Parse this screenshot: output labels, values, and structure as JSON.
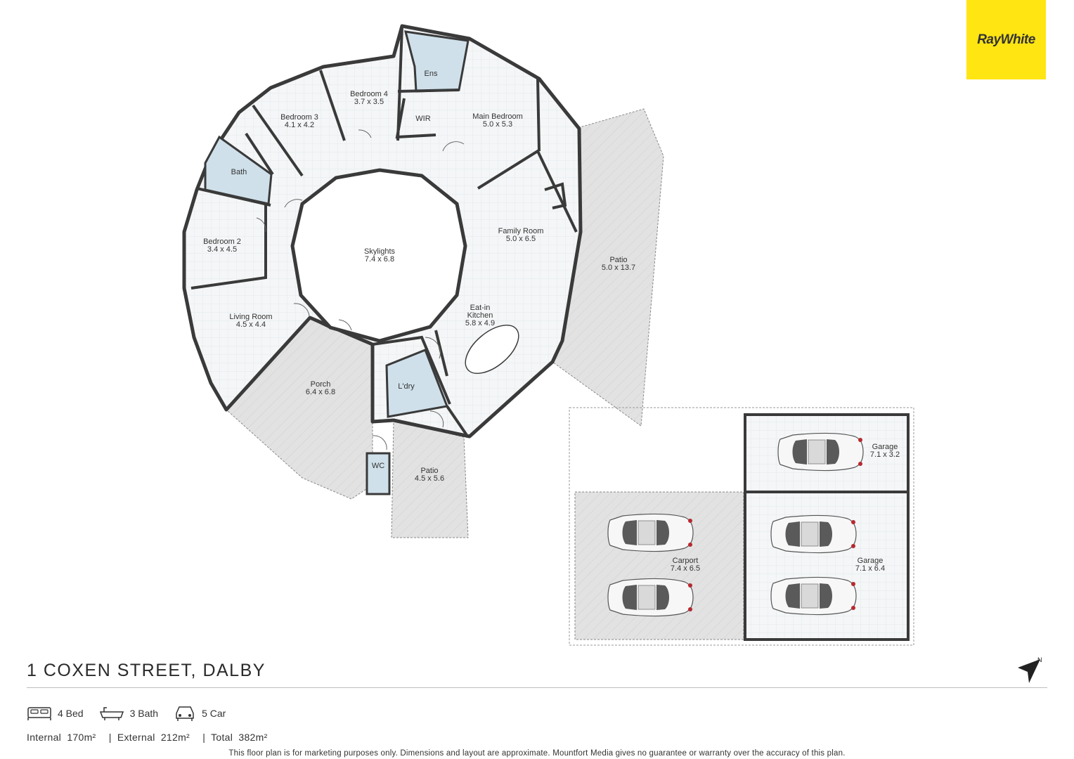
{
  "brand": {
    "logo_text": "RayWhite",
    "logo_color": "#ffe512"
  },
  "address": "1 COXEN STREET, DALBY",
  "features": {
    "bed": "4 Bed",
    "bath": "3 Bath",
    "car": "5 Car"
  },
  "areas": {
    "internal_label": "Internal",
    "internal_value": "170m²",
    "external_label": "External",
    "external_value": "212m²",
    "total_label": "Total",
    "total_value": "382m²",
    "separator": "|"
  },
  "disclaimer": "This floor plan is for marketing purposes only. Dimensions and layout are approximate. Mountfort Media gives no guarantee or warranty over the accuracy of this plan.",
  "north_label": "N",
  "rooms": [
    {
      "id": "ens",
      "name": "Ens",
      "dims": ""
    },
    {
      "id": "bed4",
      "name": "Bedroom 4",
      "dims": "3.7 x 3.5"
    },
    {
      "id": "wir",
      "name": "WIR",
      "dims": ""
    },
    {
      "id": "main",
      "name": "Main Bedroom",
      "dims": "5.0 x 5.3"
    },
    {
      "id": "bed3",
      "name": "Bedroom 3",
      "dims": "4.1 x 4.2"
    },
    {
      "id": "bath",
      "name": "Bath",
      "dims": ""
    },
    {
      "id": "bed2",
      "name": "Bedroom 2",
      "dims": "3.4 x 4.5"
    },
    {
      "id": "sky",
      "name": "Skylights",
      "dims": "7.4 x 6.8"
    },
    {
      "id": "family",
      "name": "Family Room",
      "dims": "5.0 x 6.5"
    },
    {
      "id": "patio1",
      "name": "Patio",
      "dims": "5.0 x 13.7"
    },
    {
      "id": "living",
      "name": "Living Room",
      "dims": "4.5 x 4.4"
    },
    {
      "id": "kitchen",
      "name": "Eat-in\nKitchen",
      "dims": "5.8 x 4.9"
    },
    {
      "id": "porch",
      "name": "Porch",
      "dims": "6.4 x 6.8"
    },
    {
      "id": "ldry",
      "name": "L'dry",
      "dims": ""
    },
    {
      "id": "wc",
      "name": "WC",
      "dims": ""
    },
    {
      "id": "patio2",
      "name": "Patio",
      "dims": "4.5 x 5.6"
    },
    {
      "id": "garage1",
      "name": "Garage",
      "dims": "7.1 x 3.2"
    },
    {
      "id": "carport",
      "name": "Carport",
      "dims": "7.4 x 6.5"
    },
    {
      "id": "garage2",
      "name": "Garage",
      "dims": "7.1 x 6.4"
    }
  ],
  "colors": {
    "wet_area": "#cfe0ea",
    "outdoor": "#e3e3e3",
    "floor": "#f4f6f7",
    "wall": "#3a3a3a"
  }
}
